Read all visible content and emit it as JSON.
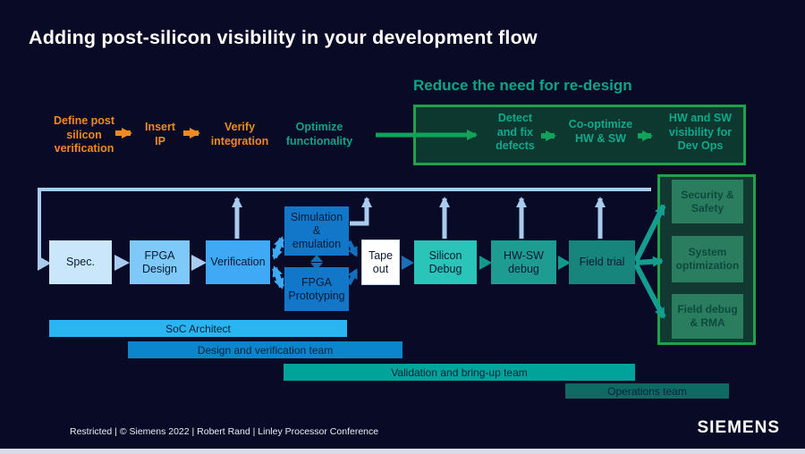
{
  "slide": {
    "title": "Adding post-silicon visibility in your development flow",
    "footer": "Restricted | © Siemens 2022  | Robert Rand | Linley Processor Conference",
    "brand": "SIEMENS"
  },
  "palette": {
    "background": "#090A26",
    "orange": "#F08A1E",
    "teal_text": "#0CA489",
    "green_border": "#1FA24C",
    "green_box_fill": "#0D382F",
    "light_blue_arrow": "#A9CCEE",
    "bottom_strip": "#D9DBE8"
  },
  "pre_silicon": {
    "steps": [
      "Define post\nsilicon\nverification",
      "Insert\nIP",
      "Verify\nintegration"
    ],
    "optimize": "Optimize\nfunctionality"
  },
  "redesign": {
    "heading": "Reduce the need for re-design",
    "steps": [
      "Detect\nand fix\ndefects",
      "Co-optimize\nHW & SW",
      "HW and SW\nvisibility for\nDev Ops"
    ]
  },
  "flow": {
    "boxes": [
      {
        "id": "spec",
        "label": "Spec.",
        "color": "#C9E6FA"
      },
      {
        "id": "fpga-design",
        "label": "FPGA\nDesign",
        "color": "#7EC9F8"
      },
      {
        "id": "verification",
        "label": "Verification",
        "color": "#3FA9F5"
      },
      {
        "id": "simulation-emulation",
        "label": "Simulation\n&\nemulation",
        "color": "#1377C9"
      },
      {
        "id": "fpga-prototyping",
        "label": "FPGA\nPrototyping",
        "color": "#1377C9"
      },
      {
        "id": "tape-out",
        "label": "Tape\nout",
        "color": "#FFFFFF"
      },
      {
        "id": "silicon-debug",
        "label": "Silicon\nDebug",
        "color": "#2BC4B8"
      },
      {
        "id": "hw-sw-debug",
        "label": "HW-SW\ndebug",
        "color": "#1E9C92"
      },
      {
        "id": "field-trial",
        "label": "Field trial",
        "color": "#17857B"
      }
    ]
  },
  "outcomes": {
    "items": [
      "Security &\nSafety",
      "System\noptimization",
      "Field debug\n& RMA"
    ]
  },
  "teams": [
    {
      "label": "SoC Architect",
      "color": "#2AB4F0"
    },
    {
      "label": "Design and verification team",
      "color": "#0B86CC"
    },
    {
      "label": "Validation and bring-up team",
      "color": "#00A39A"
    },
    {
      "label": "Operations team",
      "color": "#0D6B64"
    }
  ]
}
